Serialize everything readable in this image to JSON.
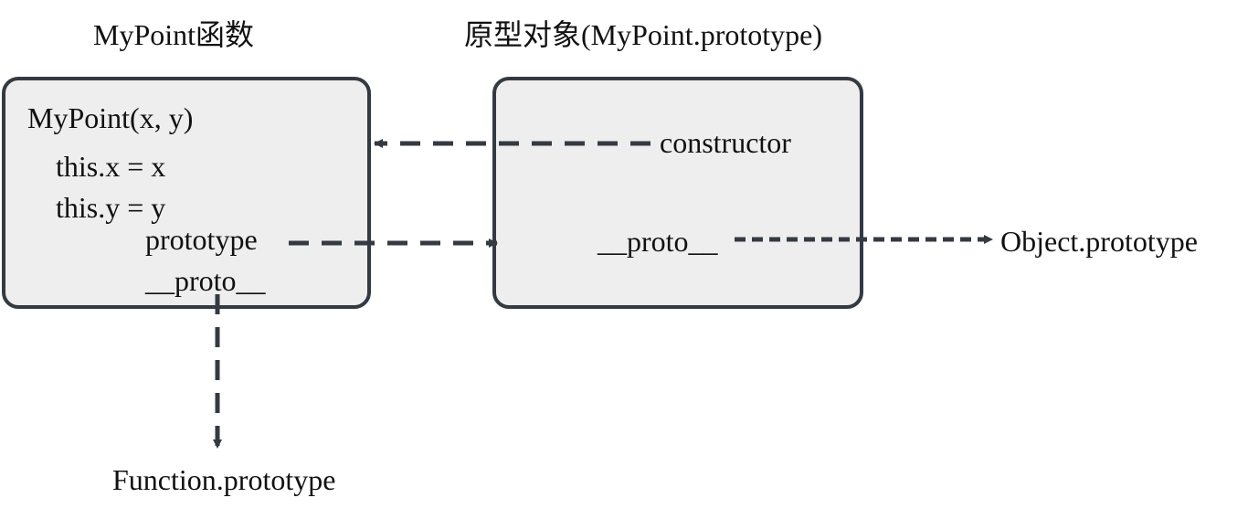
{
  "titles": {
    "function_box": "MyPoint函数",
    "prototype_box": "原型对象(MyPoint.prototype)"
  },
  "function_box": {
    "signature": "MyPoint(x, y)",
    "line1": "this.x = x",
    "line2": "this.y = y",
    "prototype_prop": "prototype",
    "proto_prop": "__proto__"
  },
  "prototype_box": {
    "constructor_prop": "constructor",
    "proto_prop": "__proto__"
  },
  "targets": {
    "object_prototype": "Object.prototype",
    "function_prototype": "Function.prototype"
  },
  "colors": {
    "box_fill": "#eeeeee",
    "box_border": "#343a42",
    "arrow": "#343a42"
  }
}
